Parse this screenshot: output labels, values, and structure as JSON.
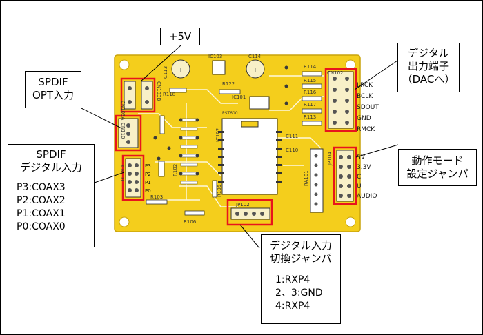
{
  "callouts": {
    "plus5v": {
      "title": "+5V"
    },
    "spdif_opt": {
      "line1": "SPDIF",
      "line2": "OPT入力"
    },
    "spdif_digital": {
      "line1": "SPDIF",
      "line2": "デジタル入力",
      "ports": [
        "P3:COAX3",
        "P2:COAX2",
        "P1:COAX1",
        "P0:COAX0"
      ]
    },
    "dac_out": {
      "line1": "デジタル",
      "line2": "出力端子",
      "line3": "（DACへ）"
    },
    "mode_jumper": {
      "line1": "動作モード",
      "line2": "設定ジャンパ"
    },
    "input_jumper": {
      "line1": "デジタル入力",
      "line2": "切換ジャンパ",
      "pins": [
        "1:RXP4",
        "2、3:GND",
        "4:RXP4"
      ]
    }
  },
  "board": {
    "labels": {
      "cn103a": "CN103A",
      "cn103b": "CN103B",
      "cn110": "CN110",
      "cn101": "CN101",
      "cn102": "CN102",
      "jp104": "JP104",
      "jp102": "JP102",
      "ic101": "IC101",
      "ic102": "IC102",
      "ic103": "IC103",
      "c113": "C113",
      "c114": "C114",
      "r118": "R118",
      "r114": "R114",
      "r115": "R115",
      "r116": "R116",
      "r117": "R117",
      "r113": "R113",
      "r122": "R122",
      "r102": "R102",
      "r103": "R103",
      "r105": "R105",
      "r106": "R106",
      "ra101": "RA101",
      "c111": "C111",
      "c110": "C110",
      "pst600": "PST600"
    },
    "dac_pins": [
      "LRCK",
      "BCLK",
      "SDOUT",
      "GND",
      "RMCK"
    ],
    "mode_pins": [
      "5V",
      "3.3V",
      "C",
      "U",
      "AUDIO"
    ],
    "coax_pins": [
      "P3",
      "P2",
      "P1",
      "P0"
    ]
  },
  "colors": {
    "board": "#f4ce1c",
    "pad": "#f8f0c8",
    "highlight": "#e8141c",
    "trace": "#ffffff"
  }
}
